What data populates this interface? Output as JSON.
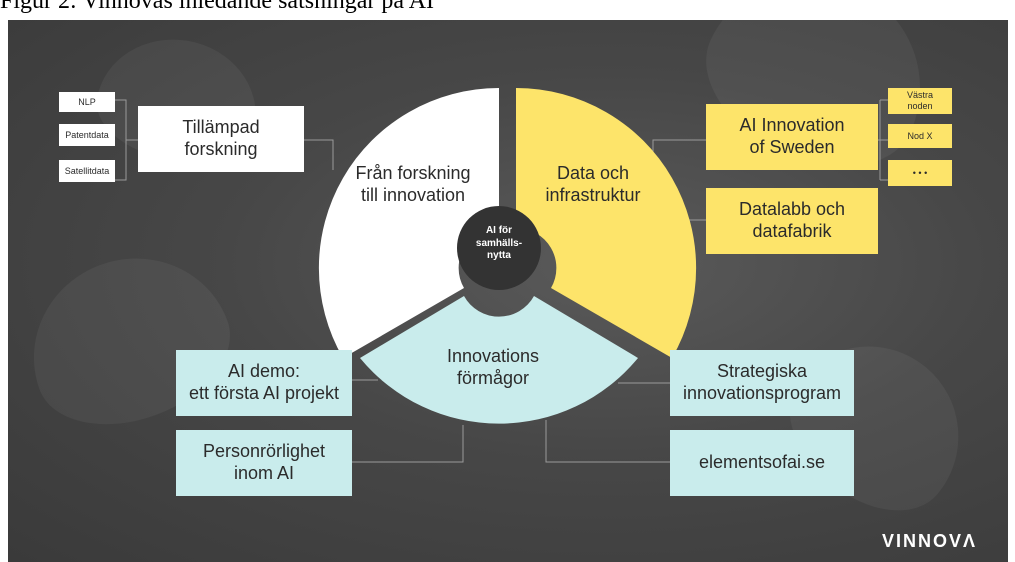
{
  "caption": "Figur 2: Vinnovas inledande satsningar på AI",
  "center": {
    "label": "AI för\nsamhälls-\nnytta"
  },
  "segments": {
    "research": "Från forskning\ntill innovation",
    "data": "Data och\ninfrastruktur",
    "capabilities": "Innovations\nförmågor"
  },
  "left_boxes": {
    "small": [
      "NLP",
      "Patentdata",
      "Satellitdata"
    ],
    "applied": "Tillämpad\nforskning"
  },
  "right_boxes": {
    "ai_innovation": "AI Innovation\nof Sweden",
    "nodes": [
      "Västra\nnoden",
      "Nod X",
      "• • •"
    ],
    "datalabb": "Datalabb och\ndatafabrik"
  },
  "bottom_boxes": {
    "ai_demo": "AI demo:\nett första AI projekt",
    "personrorlighet": "Personrörlighet\ninom AI",
    "strategiska": "Strategiska\ninnovationsprogram",
    "elementsofai": "elementsofai.se"
  },
  "logo": "VINNOVΛ",
  "colors": {
    "white": "#ffffff",
    "yellow": "#fde46a",
    "cyan": "#c9ecec",
    "center": "#333333",
    "background": "#474747"
  }
}
